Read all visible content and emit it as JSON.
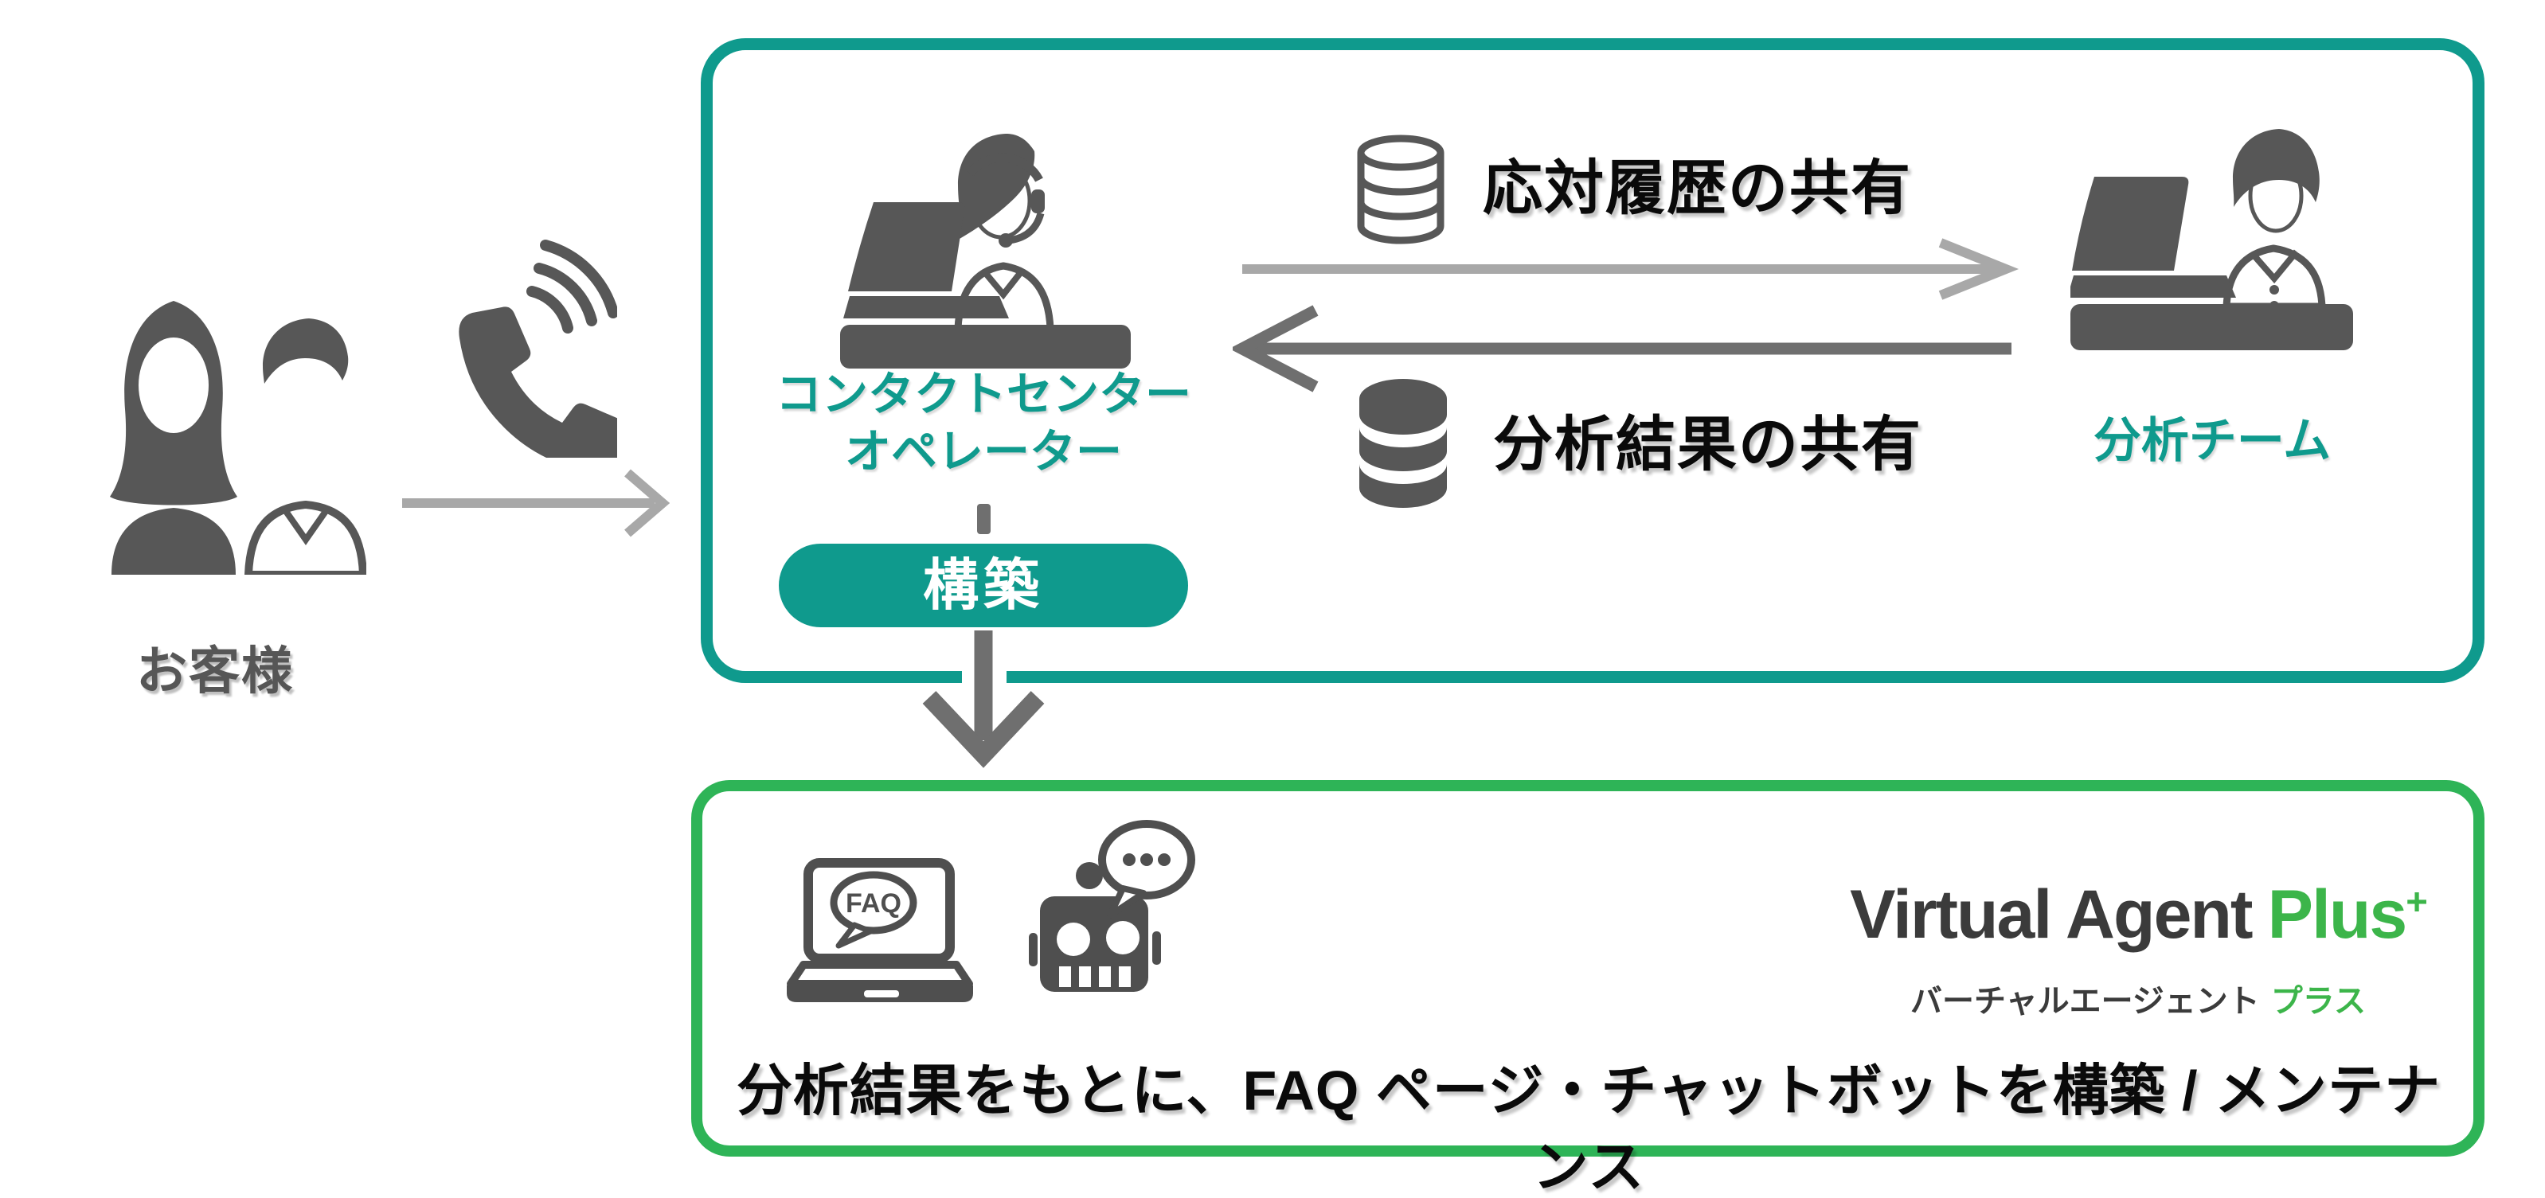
{
  "colors": {
    "teal": "#0f9a8d",
    "green_border": "#2eb457",
    "logo_green": "#3cb54a",
    "icon_gray": "#575757",
    "icon_gray_dark": "#4f4f4f",
    "arrow_light": "#a8a8a8",
    "arrow_dark": "#6f6f6f",
    "text_black": "#0a0a0a",
    "label_gray": "#565656"
  },
  "icons": {
    "customers-icon": "two customer silhouettes (woman and man)",
    "phone-icon": "telephone handset with sound waves",
    "operator-icon": "female operator with headset at laptop desk",
    "analyst-icon": "male analyst at laptop desk",
    "database-outline-icon": "stacked database cylinder (outline)",
    "database-filled-icon": "stacked database cylinder (filled)",
    "faq-laptop-icon": "laptop with FAQ speech bubble on screen",
    "chatbot-icon": "robot head with speech bubble and three dots",
    "arrow-right-icon": "light gray arrow pointing right",
    "arrow-left-icon": "dark gray arrow pointing left",
    "arrow-down-icon": "dark gray arrow pointing down"
  },
  "customer": {
    "label": "お客様"
  },
  "contact_center_box": {
    "operator": {
      "label_line1": "コンタクトセンター",
      "label_line2": "オペレーター"
    },
    "share_history": {
      "label": "応対履歴の共有",
      "direction": "right"
    },
    "share_analysis": {
      "label": "分析結果の共有",
      "direction": "left"
    },
    "analyst": {
      "label": "分析チーム"
    },
    "build_button": {
      "label": "構築"
    }
  },
  "virtual_agent_box": {
    "faq_screen_label": "FAQ",
    "logo": {
      "name_black": "Virtual Agent",
      "name_green": "Plus",
      "plus_sign": "+",
      "tagline_black": "バーチャルエージェント",
      "tagline_green": "プラス"
    },
    "caption": "分析結果をもとに、FAQ ページ・チャットボットを構築 / メンテナンス"
  }
}
